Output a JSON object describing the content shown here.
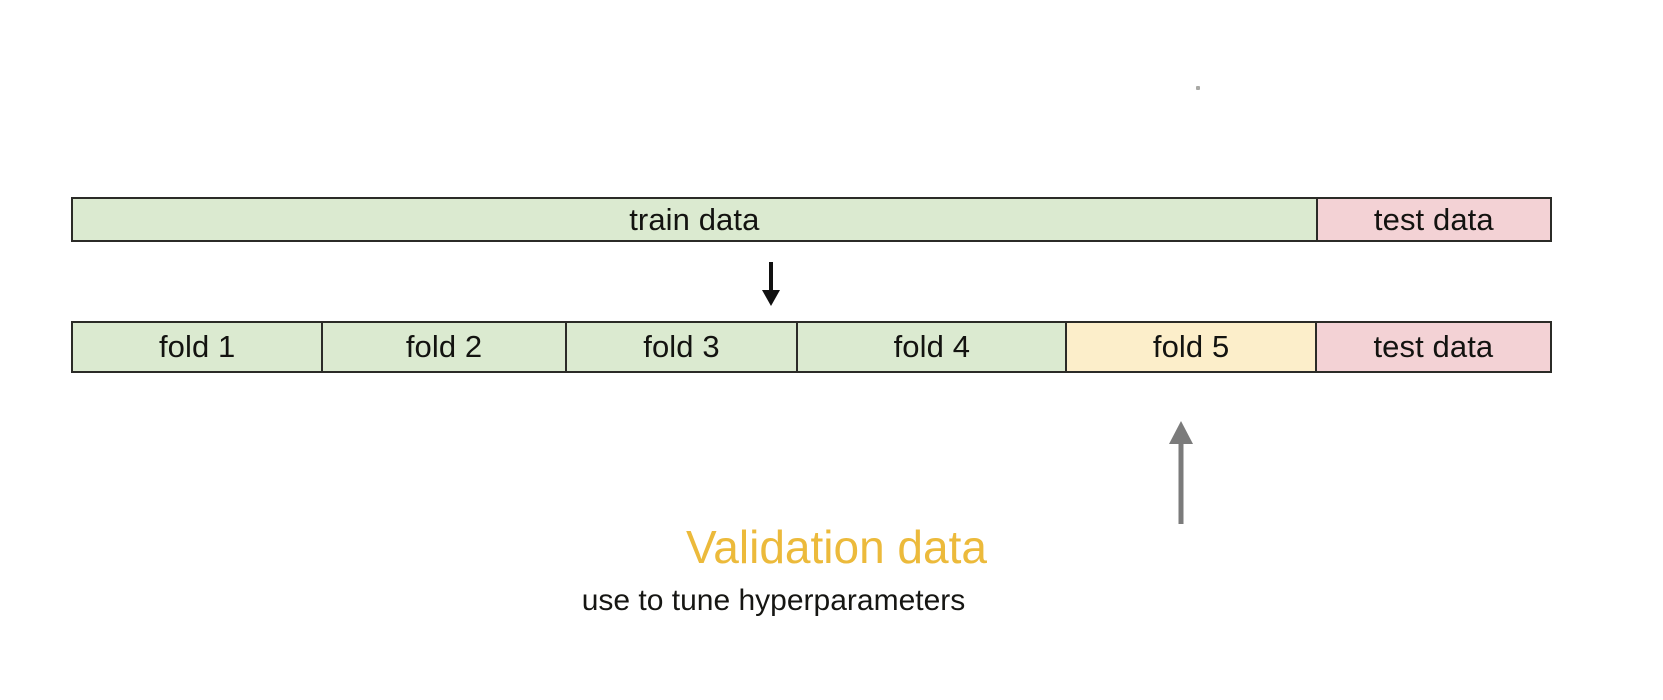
{
  "figure": {
    "title_text": "Validation data",
    "subtitle_text": "use to tune hyperparameters",
    "colors": {
      "train_fill": "#dbead0",
      "test_fill": "#f3d2d5",
      "validation_fill": "#fceeca",
      "border": "#2b2b27",
      "validation_text": "#ecba3b",
      "subtitle_text": "#161613",
      "arrow_down": "#111111",
      "arrow_up": "#7b7b7b",
      "background": "#ffffff"
    }
  },
  "chart_data": {
    "type": "bar",
    "title": "Validation data",
    "subtitle": "use to tune hyperparameters",
    "xlabel": "",
    "ylabel": "",
    "rows": [
      {
        "name": "top-row-train-test-split",
        "segments": [
          {
            "label": "train data",
            "fill": "#dbead0",
            "role": "train",
            "width_fraction": 0.8427
          },
          {
            "label": "test data",
            "fill": "#f3d2d5",
            "role": "test",
            "width_fraction": 0.1573
          }
        ]
      },
      {
        "name": "bottom-row-fold-split",
        "segments": [
          {
            "label": "fold 1",
            "fill": "#dbead0",
            "role": "train-fold",
            "width_fraction": 0.1695
          },
          {
            "label": "fold 2",
            "fill": "#dbead0",
            "role": "train-fold",
            "width_fraction": 0.1648
          },
          {
            "label": "fold 3",
            "fill": "#dbead0",
            "role": "train-fold",
            "width_fraction": 0.1567
          },
          {
            "label": "fold 4",
            "fill": "#dbead0",
            "role": "train-fold",
            "width_fraction": 0.1823
          },
          {
            "label": "fold 5",
            "fill": "#fceeca",
            "role": "validation-fold",
            "width_fraction": 0.1688
          },
          {
            "label": "test data",
            "fill": "#f3d2d5",
            "role": "test",
            "width_fraction": 0.1579
          }
        ]
      }
    ],
    "annotations": [
      {
        "name": "split-arrow",
        "direction": "down",
        "color": "#111111",
        "points_to": "fold-row"
      },
      {
        "name": "validation-pointer-arrow",
        "direction": "up",
        "color": "#7b7b7b",
        "points_to": "fold 5"
      },
      {
        "name": "validation-caption",
        "text": "Validation data",
        "color": "#ecba3b"
      },
      {
        "name": "validation-subcaption",
        "text": "use to tune hyperparameters",
        "color": "#161613"
      }
    ],
    "grid": false,
    "legend": "none"
  }
}
